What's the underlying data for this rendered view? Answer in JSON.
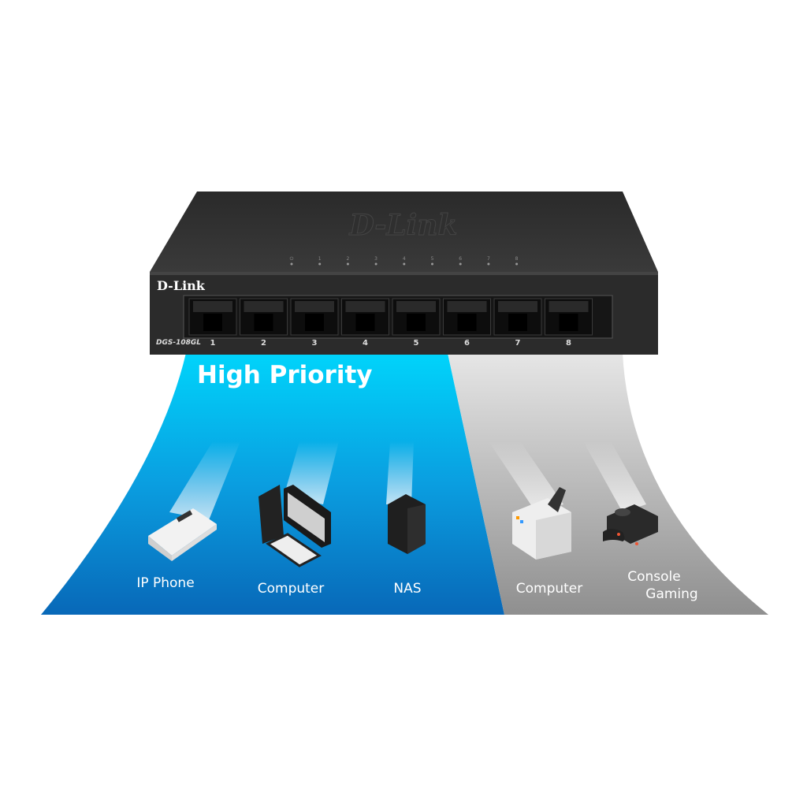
{
  "device": {
    "brand": "D-Link",
    "model": "DGS-108GL",
    "port_numbers": [
      "1",
      "2",
      "3",
      "4",
      "5",
      "6",
      "7",
      "8"
    ],
    "led_labels": [
      "1",
      "2",
      "3",
      "4",
      "5",
      "6",
      "7",
      "8"
    ]
  },
  "high_priority": {
    "title": "High Priority",
    "color": "#0aa0e6",
    "devices": [
      {
        "label": "IP Phone",
        "icon": "ip-phone-icon"
      },
      {
        "label": "Computer",
        "icon": "desktop-computer-icon"
      },
      {
        "label": "NAS",
        "icon": "nas-icon"
      }
    ]
  },
  "normal_priority": {
    "color": "#a8a8a8",
    "devices": [
      {
        "label": "Computer",
        "icon": "printer-icon"
      },
      {
        "label": "Console",
        "label2": "Gaming",
        "icon": "game-console-icon"
      }
    ]
  }
}
